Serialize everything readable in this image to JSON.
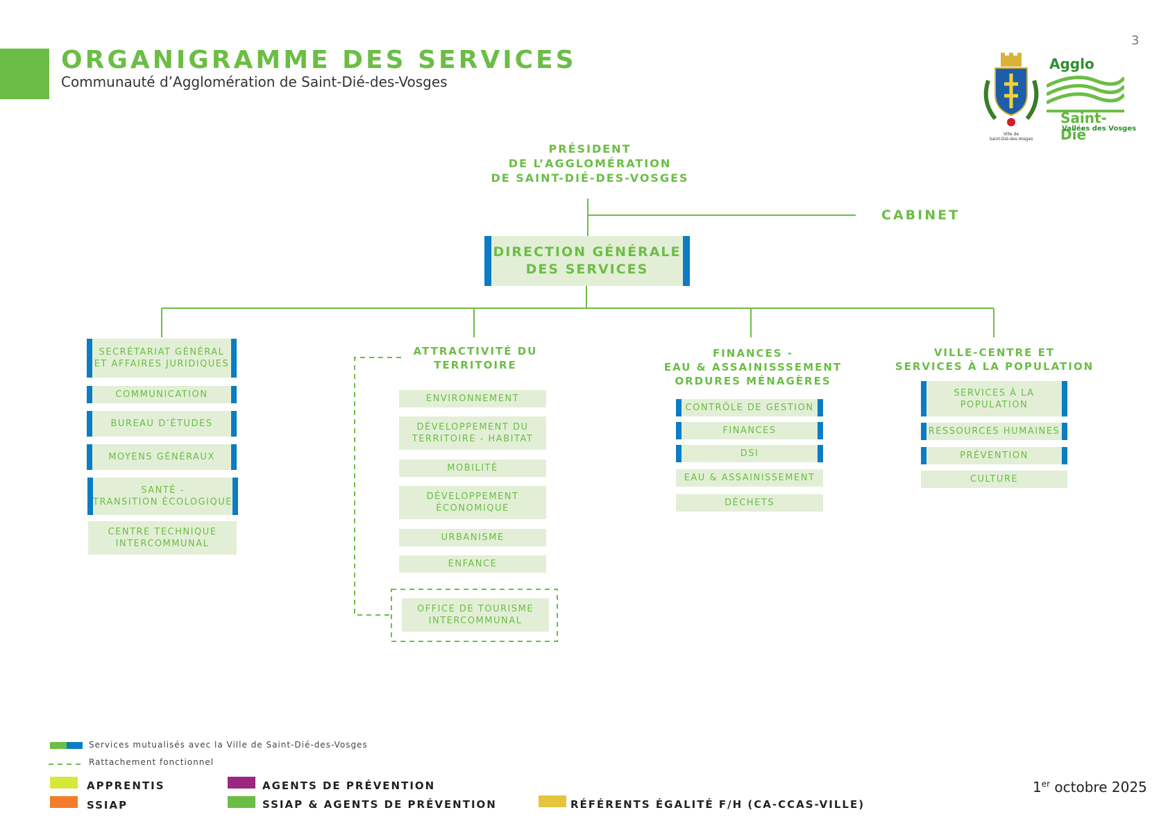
{
  "header": {
    "title": "ORGANIGRAMME DES SERVICES",
    "subtitle": "Communauté d’Agglomération de Saint-Dié-des-Vosges",
    "page_number": "3"
  },
  "logos": {
    "city_caption_line1": "Ville de",
    "city_caption_line2": "Saint-Dié-des-Vosges",
    "agglo_word": "Agglo",
    "agglo_city": "Saint-Dié",
    "agglo_sub": "Vallées des Vosges"
  },
  "top": {
    "president": [
      "PRÉSIDENT",
      "DE L’AGGLOMÉRATION",
      "DE SAINT-DIÉ-DES-VOSGES"
    ],
    "cabinet": "CABINET",
    "dgs": [
      "DIRECTION GÉNÉRALE",
      "DES SERVICES"
    ]
  },
  "col1": {
    "items": [
      {
        "lines": [
          "SECRÉTARIAT GÉNÉRAL",
          "ET AFFAIRES JURIDIQUES"
        ],
        "mutualised": true
      },
      {
        "lines": [
          "COMMUNICATION"
        ],
        "mutualised": true
      },
      {
        "lines": [
          "BUREAU D’ÉTUDES"
        ],
        "mutualised": true
      },
      {
        "lines": [
          "MOYENS GÉNÉRAUX"
        ],
        "mutualised": true
      },
      {
        "lines": [
          "SANTÉ -",
          "TRANSITION ÉCOLOGIQUE"
        ],
        "mutualised": true
      },
      {
        "lines": [
          "CENTRE TECHNIQUE",
          "INTERCOMMUNAL"
        ],
        "mutualised": false
      }
    ]
  },
  "col2": {
    "heading": [
      "ATTRACTIVITÉ DU",
      "TERRITOIRE"
    ],
    "items": [
      {
        "lines": [
          "ENVIRONNEMENT"
        ]
      },
      {
        "lines": [
          "DÉVELOPPEMENT DU",
          "TERRITOIRE - HABITAT"
        ]
      },
      {
        "lines": [
          "MOBILITÉ"
        ]
      },
      {
        "lines": [
          "DÉVELOPPEMENT",
          "ÉCONOMIQUE"
        ]
      },
      {
        "lines": [
          "URBANISME"
        ]
      },
      {
        "lines": [
          "ENFANCE"
        ]
      }
    ],
    "office": [
      "OFFICE DE TOURISME",
      "INTERCOMMUNAL"
    ]
  },
  "col3": {
    "heading": [
      "FINANCES -",
      "EAU & ASSAINISSSEMENT",
      "ORDURES MÉNAGÈRES"
    ],
    "items": [
      {
        "lines": [
          "CONTRÔLE DE GESTION"
        ],
        "mutualised": true
      },
      {
        "lines": [
          "FINANCES"
        ],
        "mutualised": true
      },
      {
        "lines": [
          "DSI"
        ],
        "mutualised": true
      },
      {
        "lines": [
          "EAU & ASSAINISSEMENT"
        ],
        "mutualised": false
      },
      {
        "lines": [
          "DÉCHETS"
        ],
        "mutualised": false
      }
    ]
  },
  "col4": {
    "heading": [
      "VILLE-CENTRE ET",
      "SERVICES À LA POPULATION"
    ],
    "items": [
      {
        "lines": [
          "SERVICES À LA",
          "POPULATION"
        ],
        "mutualised": true
      },
      {
        "lines": [
          "RESSOURCES HUMAINES"
        ],
        "mutualised": true
      },
      {
        "lines": [
          "PRÉVENTION"
        ],
        "mutualised": true
      },
      {
        "lines": [
          "CULTURE"
        ],
        "mutualised": false
      }
    ]
  },
  "legend": {
    "mutualised": "Services mutualisés avec la Ville de Saint-Dié-des-Vosges",
    "functional": "Rattachement fonctionnel",
    "apprentis": "APPRENTIS",
    "ssiap": "SSIAP",
    "agents_prevention": "AGENTS DE PRÉVENTION",
    "ssiap_agents": "SSIAP & AGENTS DE PRÉVENTION",
    "referents": "RÉFÉRENTS ÉGALITÉ F/H (CA-CCAS-VILLE)"
  },
  "date": {
    "prefix": "1",
    "sup": "er",
    "rest": " octobre 2025"
  },
  "colors": {
    "green": "#6cbd45",
    "blue": "#0c7cc4",
    "box_fill": "#e2efd6",
    "apprentis": "#d7e83b",
    "ssiap": "#f47c2c",
    "agents_prevention": "#9c2780",
    "ssiap_agents": "#6cbd45",
    "referents": "#e4c53d"
  }
}
